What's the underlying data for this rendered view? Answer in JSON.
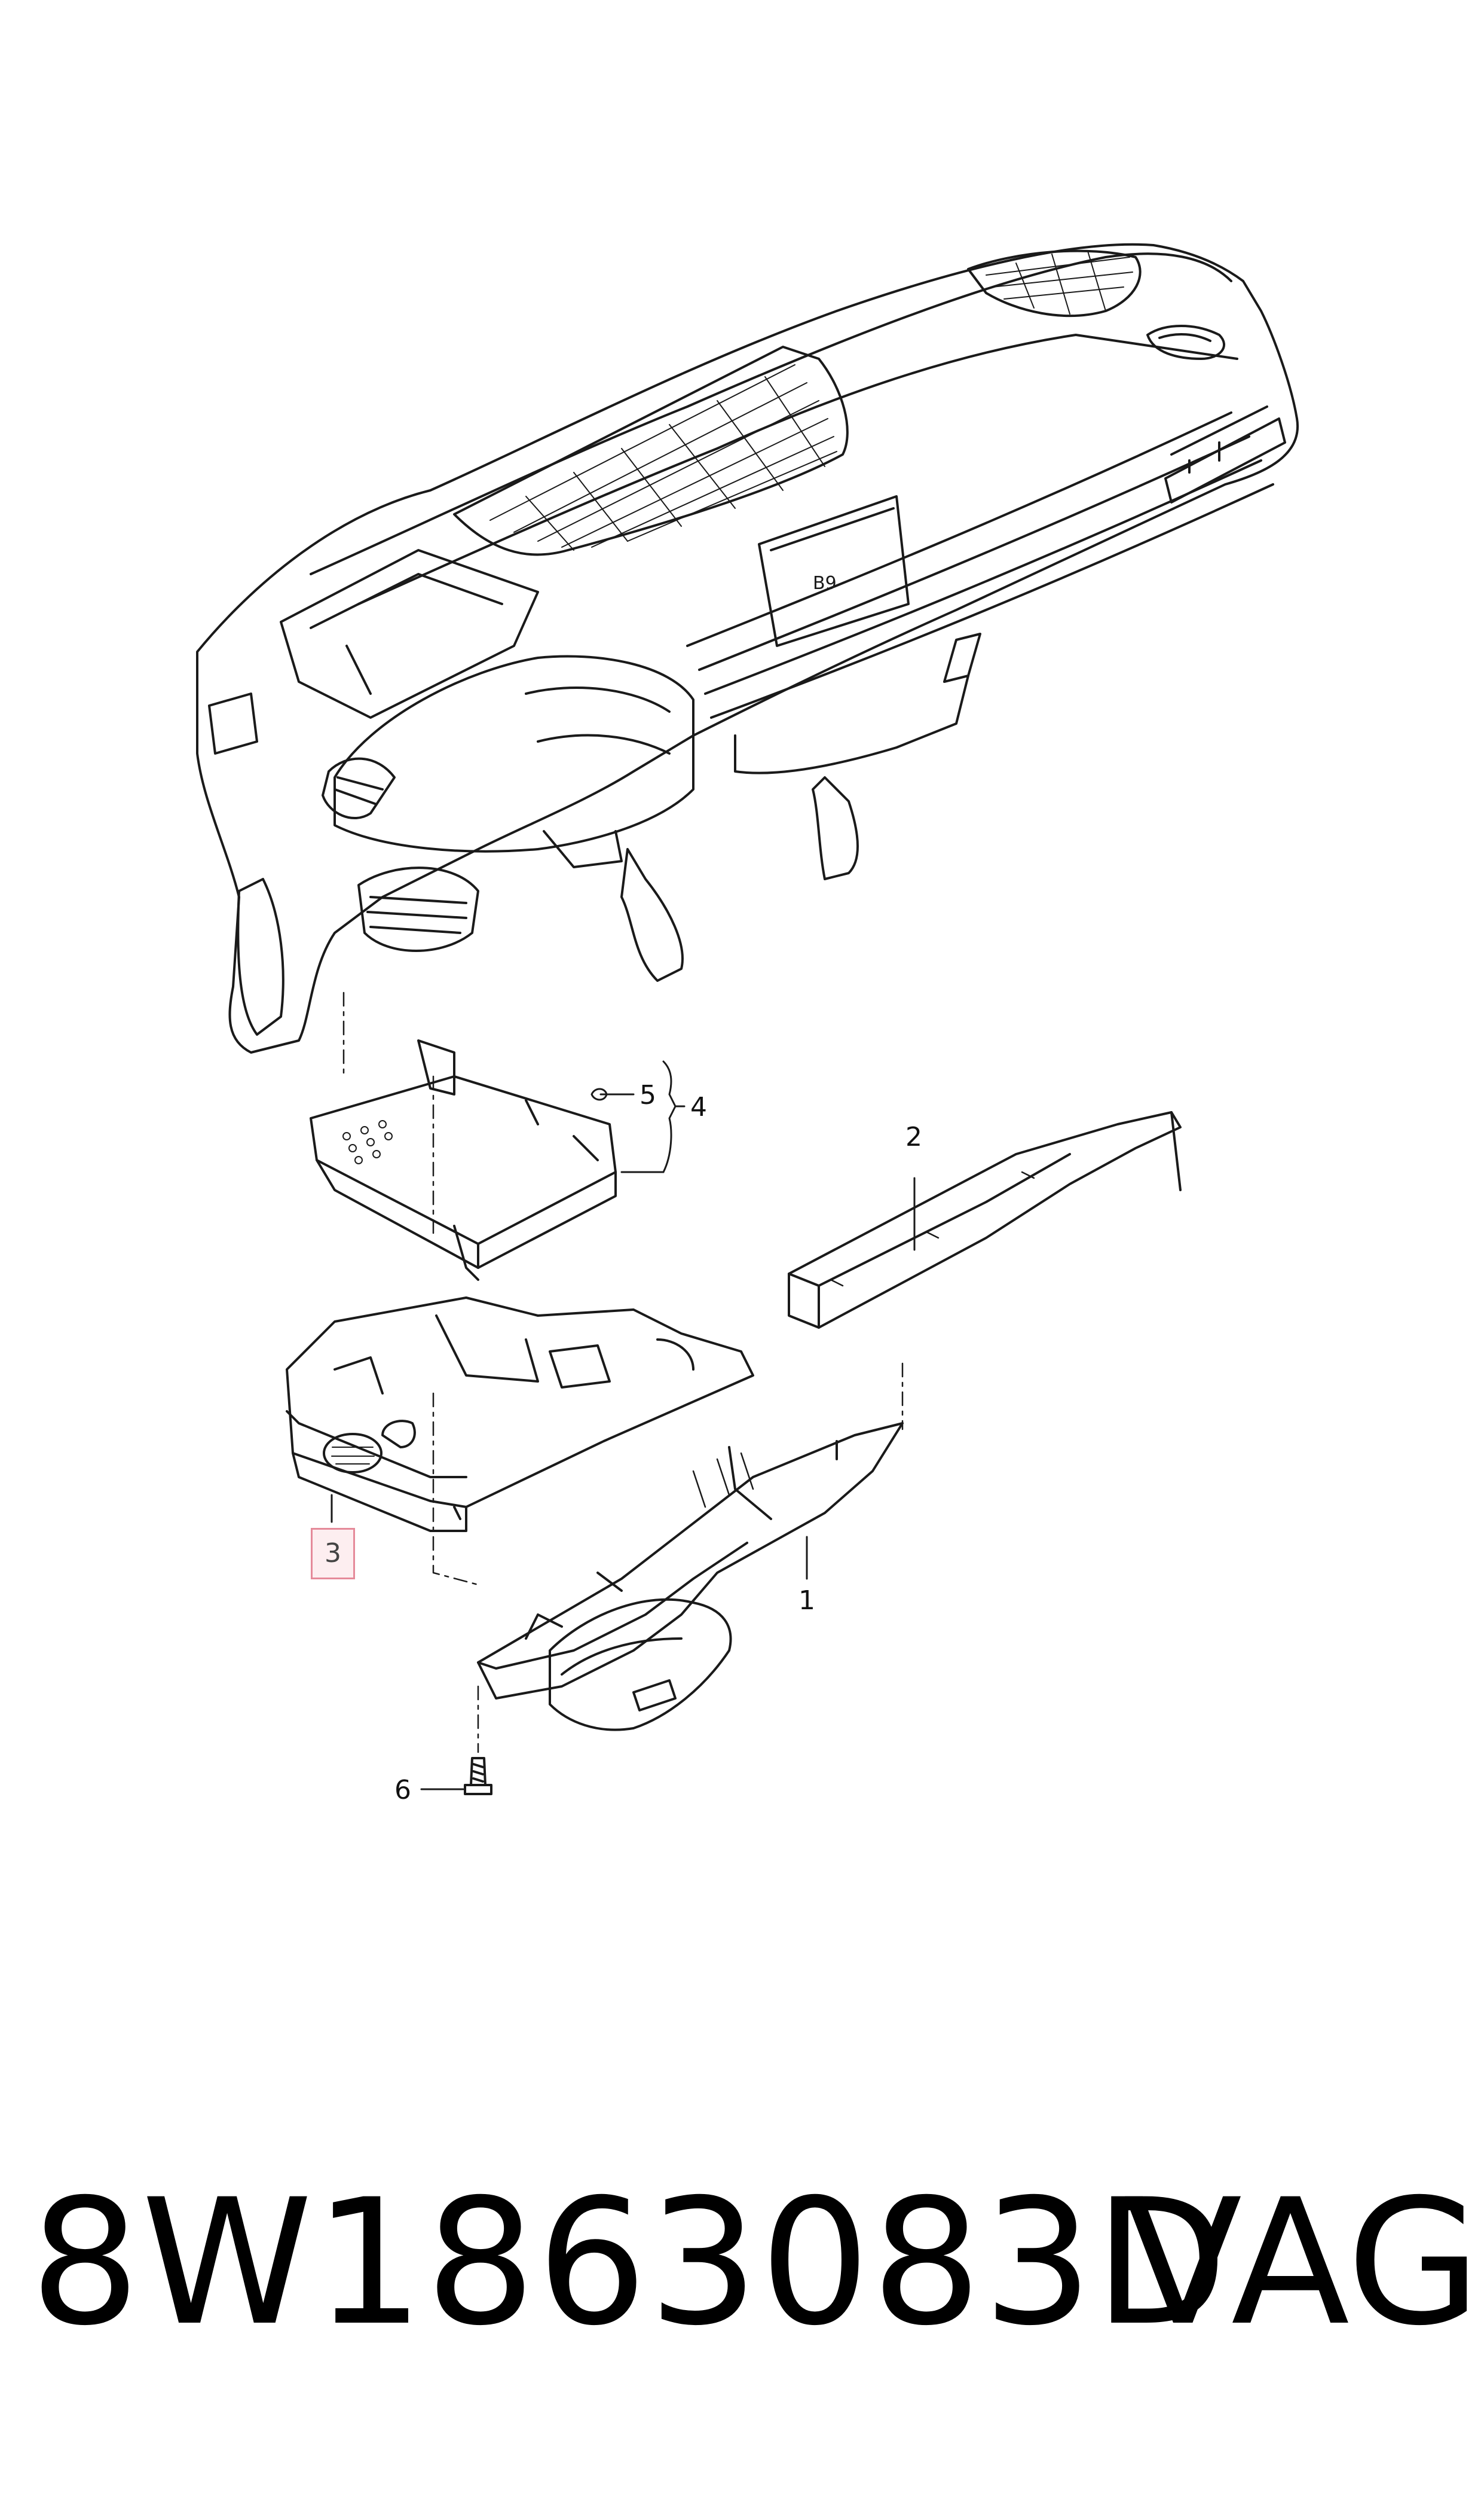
{
  "callouts": [
    {
      "id": "1",
      "label": "1",
      "highlighted": false
    },
    {
      "id": "2",
      "label": "2",
      "highlighted": false
    },
    {
      "id": "3",
      "label": "3",
      "highlighted": true
    },
    {
      "id": "4",
      "label": "4",
      "highlighted": false
    },
    {
      "id": "5",
      "label": "5",
      "highlighted": false
    },
    {
      "id": "6",
      "label": "6",
      "highlighted": false
    }
  ],
  "display_text": "B9",
  "part_number": "8W1863083D",
  "brand": "VAG",
  "colors": {
    "line": "#1a1a1a",
    "highlight_border": "#e58a9a",
    "highlight_fill": "#fdeef0"
  }
}
